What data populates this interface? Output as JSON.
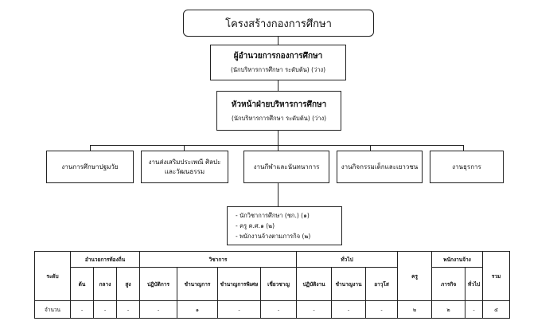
{
  "title": "โครงสร้างกองการศึกษา",
  "director": {
    "title": "ผู้อำนวยการกองการศึกษา",
    "subtitle": "(นักบริหารการศึกษา ระดับต้น) (ว่าง)"
  },
  "head": {
    "title": "หัวหน้าฝ่ายบริหารการศึกษา",
    "subtitle": "(นักบริหารการศึกษา ระดับต้น) (ว่าง)"
  },
  "units": [
    "งานการศึกษาปฐมวัย",
    "งานส่งเสริมประเพณี ศิลปะและวัฒนธรรม",
    "งานกีฬาและนันทนาการ",
    "งานกิจกรรมเด็กและเยาวชน",
    "งานธุรการ"
  ],
  "staff": [
    "- นักวิชาการศึกษา (ชก.) (๑)",
    "- ครู ค.ศ.๑ (๒)",
    "- พนักงานจ้างตามภารกิจ (๒)"
  ],
  "table": {
    "level": "ระดับ",
    "groups": {
      "director": "อำนวยการท้องถิ่น",
      "academic": "วิชาการ",
      "general": "ทั่วไป",
      "teacher": "ครู",
      "employee": "พนักงานจ้าง",
      "total": "รวม"
    },
    "columns": {
      "director": [
        "ต้น",
        "กลาง",
        "สูง"
      ],
      "academic": [
        "ปฏิบัติการ",
        "ชำนาญการ",
        "ชำนาญการพิเศษ",
        "เชี่ยวชาญ"
      ],
      "general": [
        "ปฏิบัติงาน",
        "ชำนาญงาน",
        "อาวุโส"
      ],
      "employee": [
        "ภารกิจ",
        "ทั่วไป"
      ]
    },
    "row_label": "จำนวน",
    "values": [
      "-",
      "-",
      "-",
      "-",
      "๑",
      "-",
      "-",
      "-",
      "-",
      "-",
      "๒",
      "๒",
      "-",
      "๕"
    ]
  }
}
